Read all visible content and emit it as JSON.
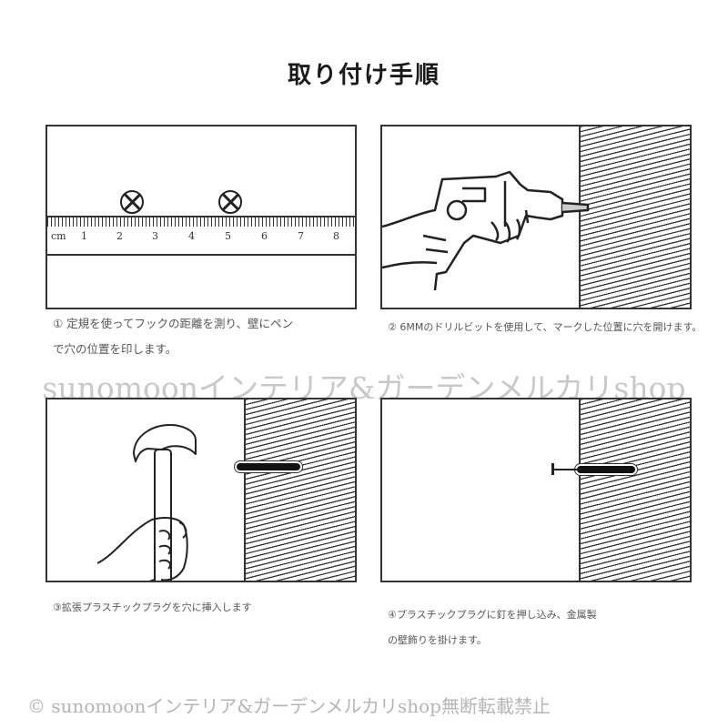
{
  "title": "取り付け手順",
  "steps": [
    {
      "number": "①",
      "caption_line1": "① 定規を使ってフックの距離を測り、壁にペン",
      "caption_line2": "で穴の位置を印します。",
      "illustration": "ruler-with-marks",
      "ruler": {
        "unit": "cm",
        "labels": [
          "1",
          "2",
          "3",
          "4",
          "5",
          "6",
          "7",
          "8"
        ],
        "marks_at_cm": [
          2.3,
          5.2
        ]
      }
    },
    {
      "number": "②",
      "caption_line1": "② 6MMのドリルビットを使用して、マークした位置に穴を開けます。",
      "illustration": "hand-drilling-wall"
    },
    {
      "number": "③",
      "caption_line1": "③拡張プラスチックプラグを穴に挿入します",
      "illustration": "hand-hammer-plug-in-wall"
    },
    {
      "number": "④",
      "caption_line1": "④プラスチックプラグに釘を押し込み、金属製",
      "caption_line2": "の壁飾りを掛けます。",
      "illustration": "nail-in-plug-wall"
    }
  ],
  "watermark": "sunomoonインテリア&ガーデンメルカリshop",
  "footer": "© sunomoonインテリア&ガーデンメルカリshop無断転載禁止",
  "colors": {
    "line": "#333333",
    "caption": "#555555",
    "watermark": "#c8c8c8",
    "footer": "#b5b5b5"
  }
}
